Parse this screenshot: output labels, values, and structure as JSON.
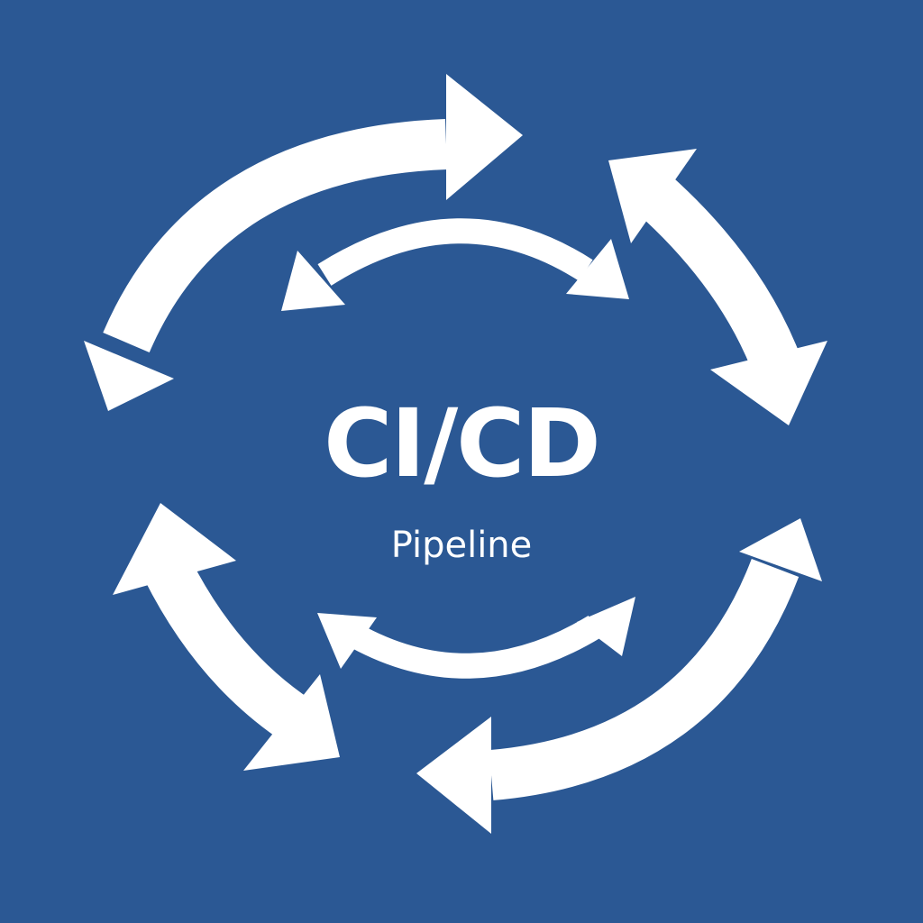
{
  "logo": {
    "title": "CI/CD",
    "subtitle": "Pipeline",
    "colors": {
      "background": "#2b5894",
      "foreground": "#ffffff"
    },
    "icons": [
      "arrow-top-curved",
      "arrow-right-curved",
      "arrow-bottom-right-curved",
      "arrow-bottom-left-curved",
      "arrow-inner-top-double",
      "arrow-inner-bottom-double"
    ]
  }
}
